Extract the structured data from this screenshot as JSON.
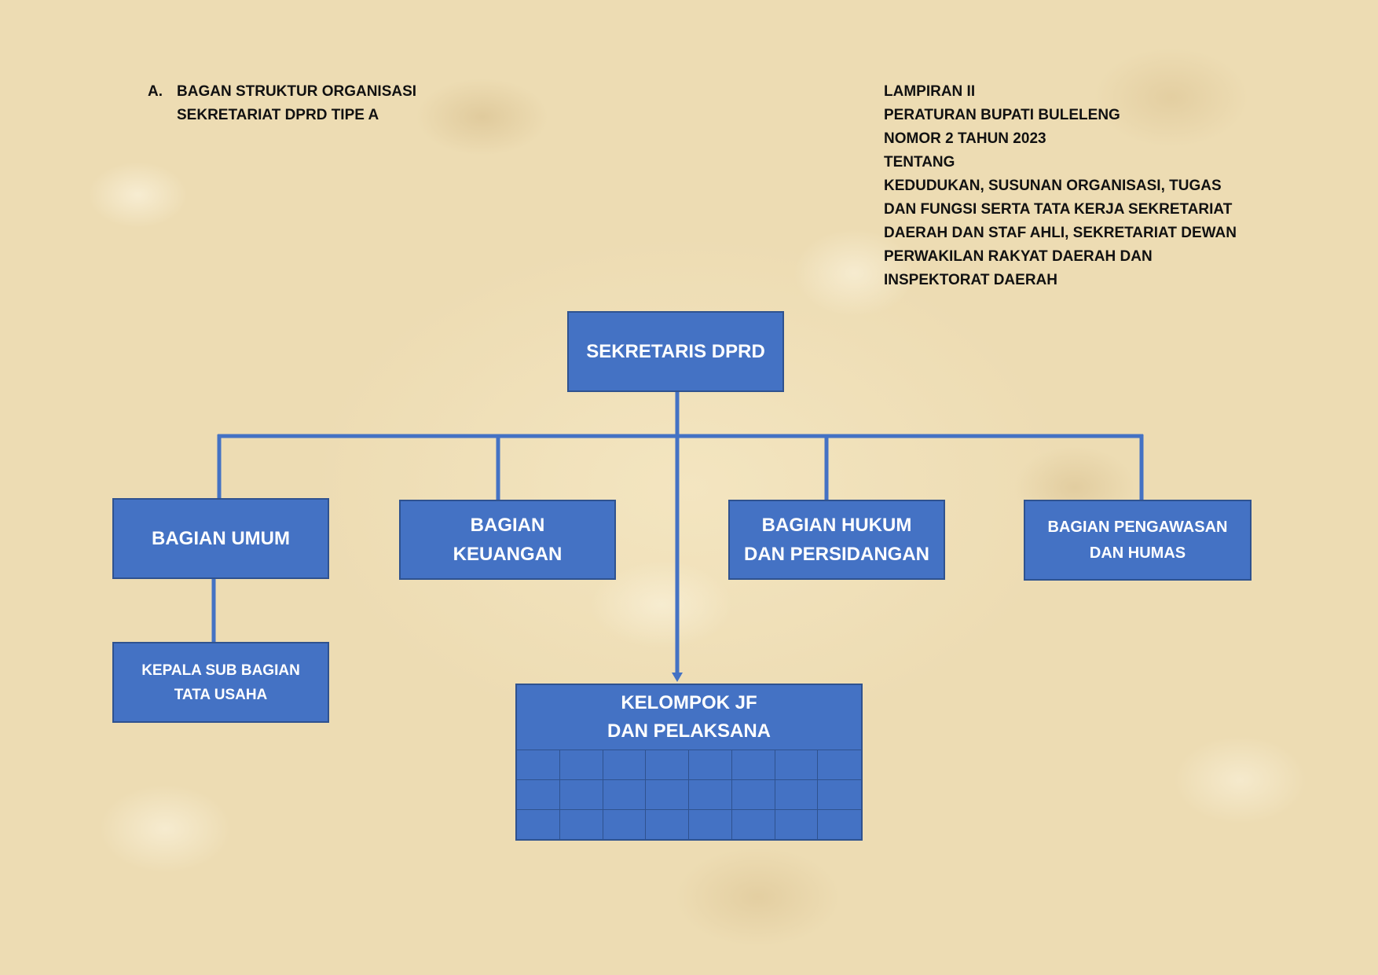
{
  "header": {
    "marker": "A.",
    "title_lines": [
      "BAGAN STRUKTUR ORGANISASI",
      "SEKRETARIAT DPRD TIPE A"
    ]
  },
  "lampiran": {
    "lines": [
      "LAMPIRAN II",
      "PERATURAN BUPATI BULELENG",
      "NOMOR 2 TAHUN 2023",
      "TENTANG",
      "KEDUDUKAN, SUSUNAN ORGANISASI, TUGAS",
      "DAN FUNGSI SERTA TATA KERJA SEKRETARIAT",
      "DAERAH DAN STAF AHLI, SEKRETARIAT DEWAN",
      "PERWAKILAN RAKYAT DAERAH DAN",
      "INSPEKTORAT DAERAH"
    ]
  },
  "org": {
    "head": [
      "SEKRETARIS DPRD"
    ],
    "bagian_umum": [
      "BAGIAN UMUM"
    ],
    "bagian_keuangan": [
      "BAGIAN",
      "KEUANGAN"
    ],
    "bagian_hukum": [
      "BAGIAN HUKUM",
      "DAN PERSIDANGAN"
    ],
    "bagian_pengawasan": [
      "BAGIAN PENGAWASAN",
      "DAN HUMAS"
    ],
    "kasubag_tu": [
      "KEPALA SUB BAGIAN",
      "TATA USAHA"
    ],
    "kelompok_jf": [
      "KELOMPOK JF",
      "DAN PELAKSANA"
    ]
  },
  "colors": {
    "box_fill": "#4472c4",
    "box_border": "#2f528f",
    "connector": "#4472c4"
  }
}
